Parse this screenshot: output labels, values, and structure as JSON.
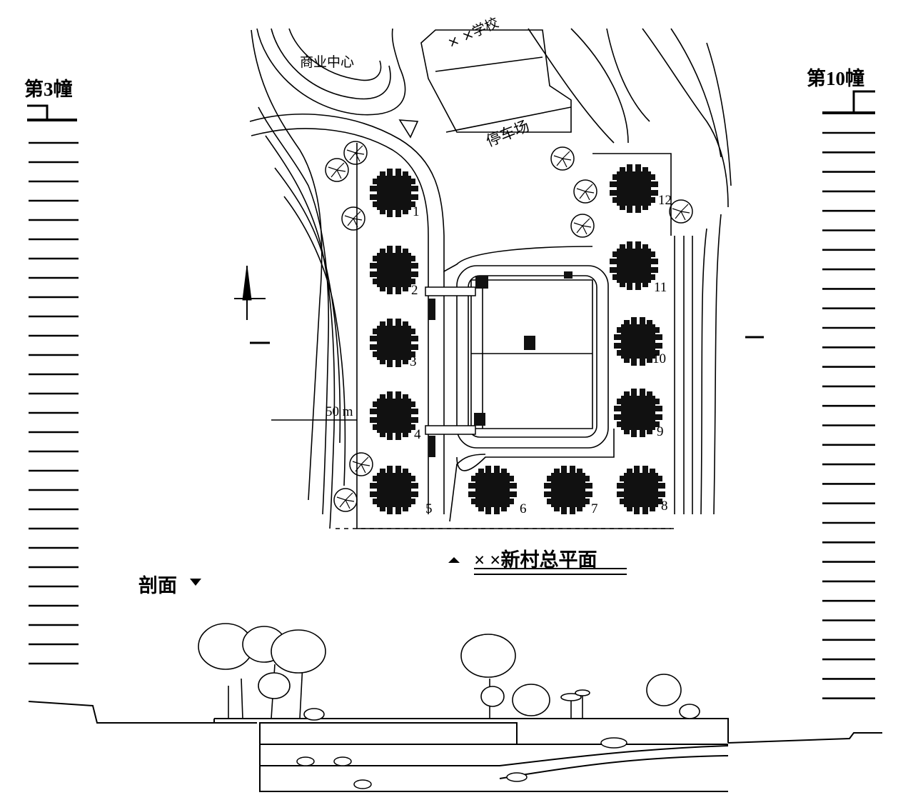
{
  "labels": {
    "bldg_left": "第3幢",
    "bldg_right": "第10幢",
    "commercial": "商业中心",
    "school": "× ×学校",
    "parking": "停车场",
    "scale": "50 m",
    "plan_title": "× ×新村总平面",
    "section": "剖面"
  },
  "buildings": [
    "1",
    "2",
    "3",
    "4",
    "5",
    "6",
    "7",
    "8",
    "9",
    "10",
    "11",
    "12"
  ]
}
